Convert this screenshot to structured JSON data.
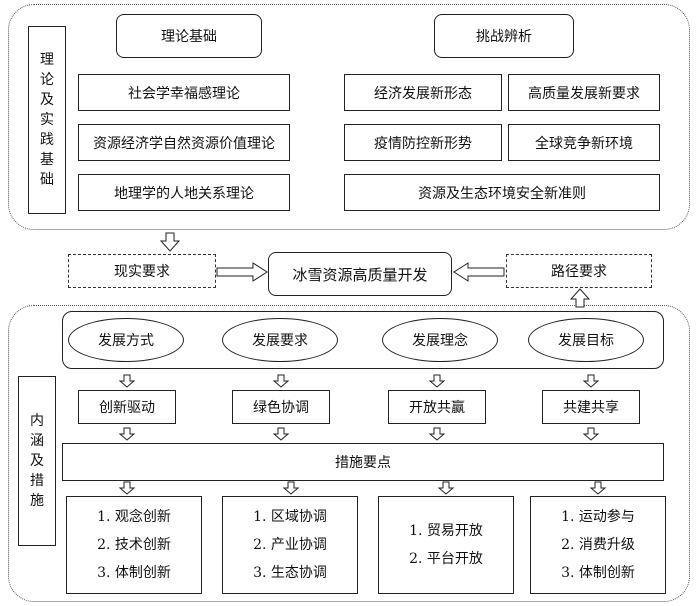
{
  "top_section": {
    "side_label": [
      "理",
      "论",
      "及",
      "实",
      "践",
      "基",
      "础"
    ],
    "theory_header": "理论基础",
    "challenge_header": "挑战辨析",
    "theories": [
      "社会学幸福感理论",
      "资源经济学自然资源价值理论",
      "地理学的人地关系理论"
    ],
    "challenges": [
      "经济发展新形态",
      "高质量发展新要求",
      "疫情防控新形势",
      "全球竞争新环境",
      "资源及生态环境安全新准则"
    ]
  },
  "middle": {
    "left": "现实要求",
    "center": "冰雪资源高质量开发",
    "right": "路径要求"
  },
  "bottom_section": {
    "side_label": [
      "内",
      "涵",
      "及",
      "措",
      "施"
    ],
    "ellipses": [
      "发展方式",
      "发展要求",
      "发展理念",
      "发展目标"
    ],
    "concepts": [
      "创新驱动",
      "绿色协调",
      "开放共赢",
      "共建共享"
    ],
    "measures_header": "措施要点",
    "measures": [
      [
        "1. 观念创新",
        "2. 技术创新",
        "3. 体制创新"
      ],
      [
        "1. 区域协调",
        "2. 产业协调",
        "3. 生态协调"
      ],
      [
        "1. 贸易开放",
        "2. 平台开放"
      ],
      [
        "1. 运动参与",
        "2. 消费升级",
        "3. 体制创新"
      ]
    ]
  }
}
